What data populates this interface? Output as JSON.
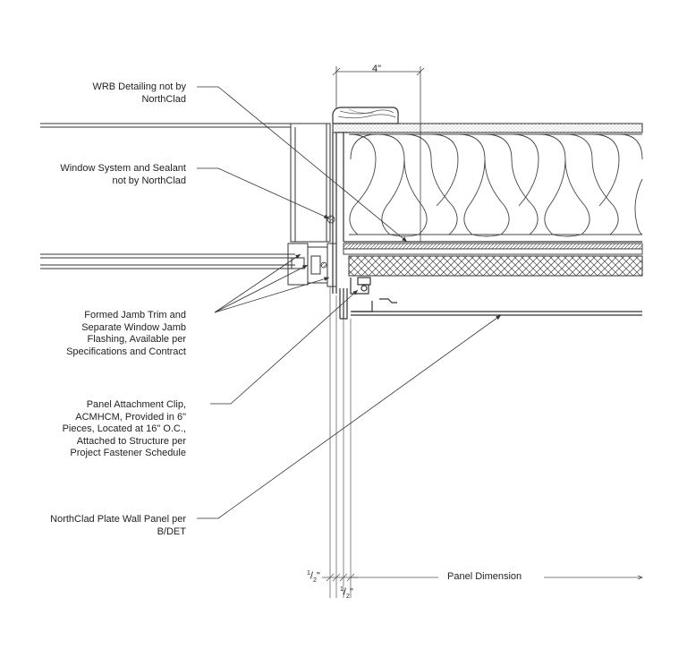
{
  "callouts": {
    "wrb": "WRB Detailing not by\nNorthClad",
    "window_system": "Window System and Sealant\nnot by NorthClad",
    "jamb_trim": "Formed Jamb Trim and\nSeparate Window Jamb\nFlashing, Available per\nSpecifications and Contract",
    "attachment_clip": "Panel Attachment Clip,\nACMHCM, Provided in 6\"\nPieces, Located at 16\" O.C.,\nAttached to Structure per\nProject Fastener Schedule",
    "plate_panel": "NorthClad Plate Wall Panel per\nB/DET"
  },
  "dimensions": {
    "top_width": "4\"",
    "half_left_num": "1",
    "half_left_den": "2",
    "half_left_unit": "\"",
    "half_right_num": "1",
    "half_right_den": "2",
    "half_right_unit": "\"",
    "panel_dimension": "Panel Dimension"
  },
  "colors": {
    "line": "#333333",
    "hatch": "#555555",
    "background": "#ffffff"
  }
}
